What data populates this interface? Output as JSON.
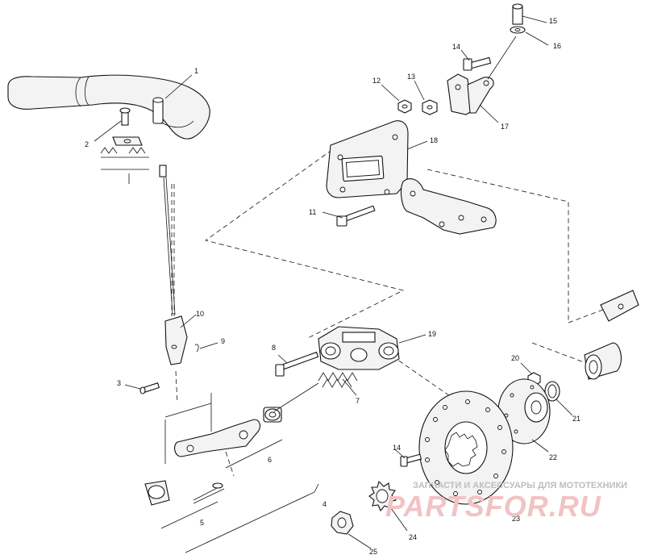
{
  "callouts": [
    {
      "id": "c1",
      "text": "1"
    },
    {
      "id": "c2",
      "text": "2"
    },
    {
      "id": "c3",
      "text": "3"
    },
    {
      "id": "c4",
      "text": "4"
    },
    {
      "id": "c5",
      "text": "5"
    },
    {
      "id": "c6",
      "text": "6"
    },
    {
      "id": "c7",
      "text": "7"
    },
    {
      "id": "c8",
      "text": "8"
    },
    {
      "id": "c9",
      "text": "9"
    },
    {
      "id": "c10",
      "text": "10"
    },
    {
      "id": "c11",
      "text": "11"
    },
    {
      "id": "c12",
      "text": "12"
    },
    {
      "id": "c13",
      "text": "13"
    },
    {
      "id": "c14a",
      "text": "14"
    },
    {
      "id": "c14b",
      "text": "14"
    },
    {
      "id": "c15",
      "text": "15"
    },
    {
      "id": "c16",
      "text": "16"
    },
    {
      "id": "c17",
      "text": "17"
    },
    {
      "id": "c18",
      "text": "18"
    },
    {
      "id": "c19",
      "text": "19"
    },
    {
      "id": "c20",
      "text": "20"
    },
    {
      "id": "c21",
      "text": "21"
    },
    {
      "id": "c22",
      "text": "22"
    },
    {
      "id": "c23",
      "text": "23"
    },
    {
      "id": "c24",
      "text": "24"
    },
    {
      "id": "c25",
      "text": "25"
    }
  ],
  "watermark": {
    "tagline": "ЗАПЧАСТИ И АКСЕССУАРЫ ДЛЯ МОТОТЕХНИКИ",
    "brand_left": "PARTS",
    "brand_mid": "FOR",
    "brand_right": ".RU",
    "brand_color": "#f2c3c3",
    "tagline_color": "#bdbdbd"
  }
}
